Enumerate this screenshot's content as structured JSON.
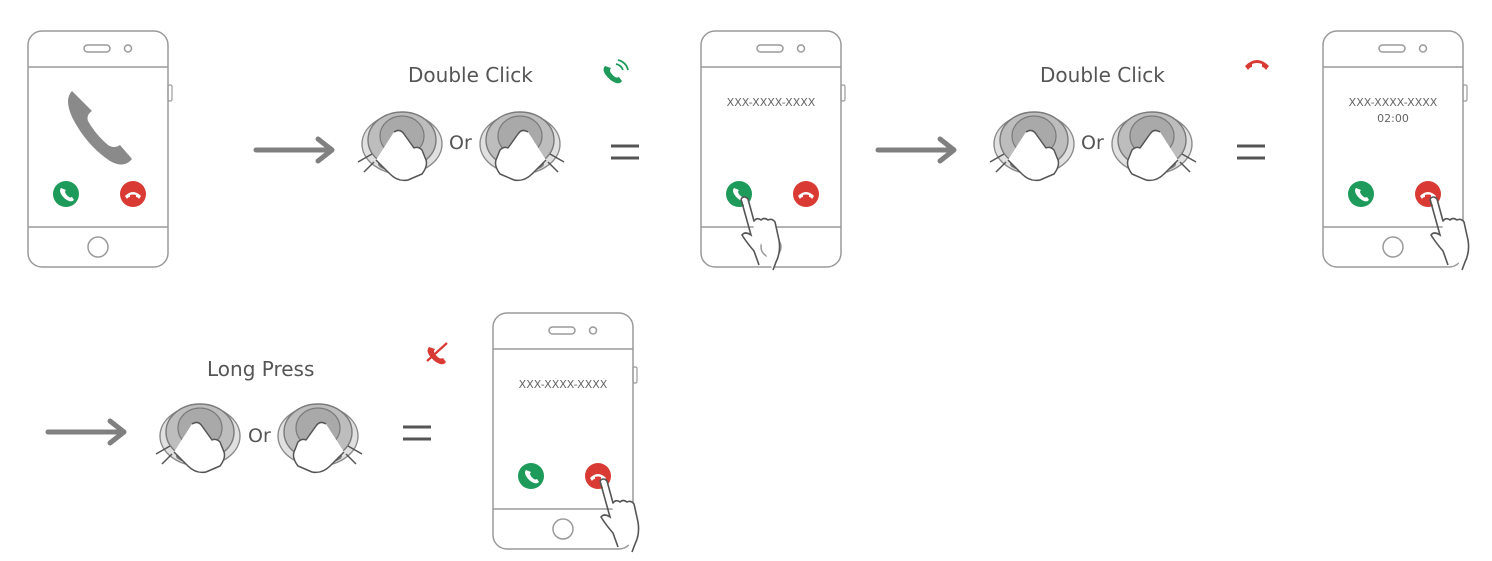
{
  "colors": {
    "outline": "#9a9a9a",
    "arrow": "#808080",
    "accept": "#1e9a5a",
    "decline": "#d93a34",
    "text": "#555555"
  },
  "steps": [
    {
      "id": "answer",
      "action_label": "Double Click",
      "result_icon": "phone-answer-icon"
    },
    {
      "id": "hangup",
      "action_label": "Double Click",
      "result_icon": "phone-hangup-icon"
    },
    {
      "id": "reject",
      "action_label": "Long Press",
      "result_icon": "phone-reject-icon"
    }
  ],
  "or_label": "Or",
  "phone_screens": {
    "incoming": {
      "icon": "incoming-call-icon"
    },
    "answered": {
      "number": "XXX-XXXX-XXXX"
    },
    "in_call": {
      "number": "XXX-XXXX-XXXX",
      "timer": "02:00"
    },
    "rejected": {
      "number": "XXX-XXXX-XXXX"
    }
  }
}
